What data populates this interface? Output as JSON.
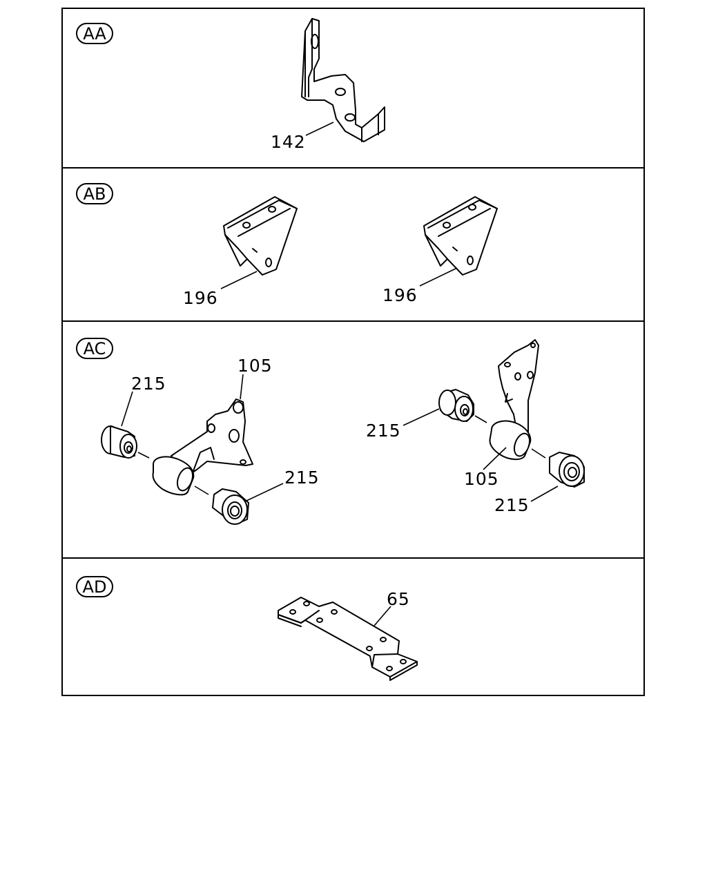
{
  "sections": [
    {
      "code": "AA",
      "callouts": [
        "142"
      ]
    },
    {
      "code": "AB",
      "callouts": [
        "196",
        "196"
      ]
    },
    {
      "code": "AC",
      "callouts": [
        "215",
        "105",
        "215",
        "215",
        "105",
        "215"
      ]
    },
    {
      "code": "AD",
      "callouts": [
        "65"
      ]
    }
  ]
}
